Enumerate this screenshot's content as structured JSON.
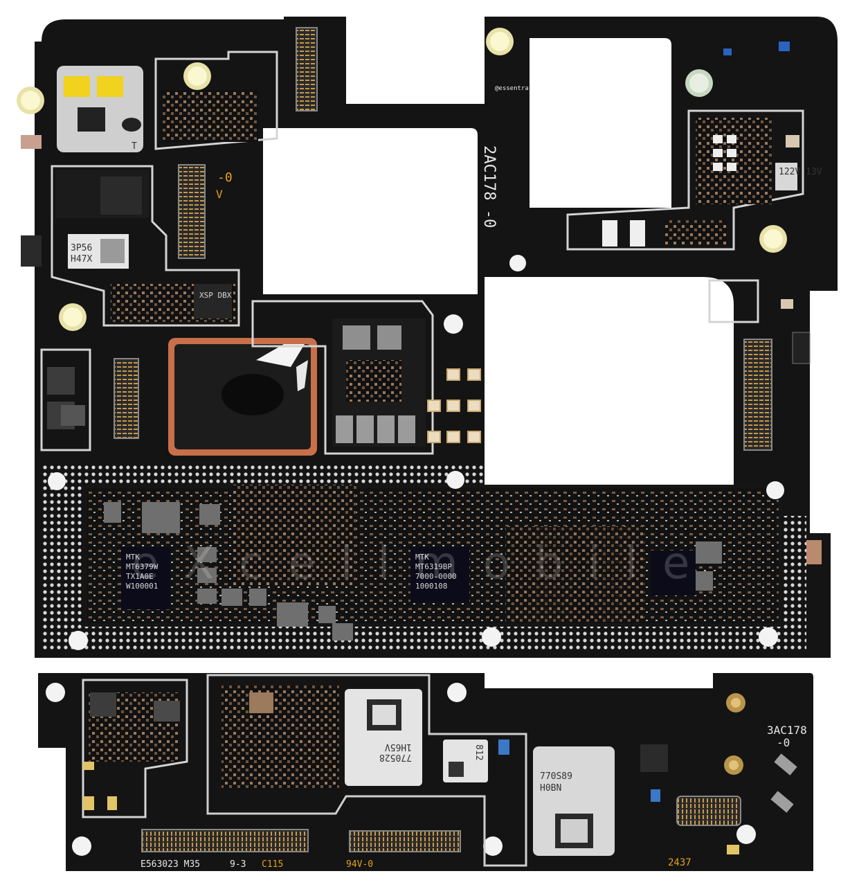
{
  "watermark": "eXcellmobile",
  "board_top": {
    "label_vertical": "2AC178 -0",
    "label_small_right": "122V 13V",
    "logo_small": "@essentra",
    "chips": {
      "mtk_left": [
        "MTK",
        "MT6379W",
        "TX1A0E",
        "W100001"
      ],
      "mtk_mid": [
        "MTK",
        "MT6319BP",
        "7000-0000",
        "1000108"
      ],
      "lower_left_label": "H47X",
      "lower_left_label2": "3P56",
      "small_chip": "XSP DBX",
      "connector_label": "-0",
      "connector_label_v": "V"
    }
  },
  "board_bottom": {
    "label_right": [
      "3AC178",
      "-0"
    ],
    "module_a": [
      "770528",
      "1H65V"
    ],
    "module_b": "812",
    "module_c": [
      "770S89",
      "H0BN"
    ],
    "silk_bottom_left": "E563023 M35",
    "silk_bottom_mid": "9-3",
    "silk_bottom_c": "C115",
    "silk_bottom_ul": "94V-0",
    "silk_bottom_right": "2437"
  }
}
